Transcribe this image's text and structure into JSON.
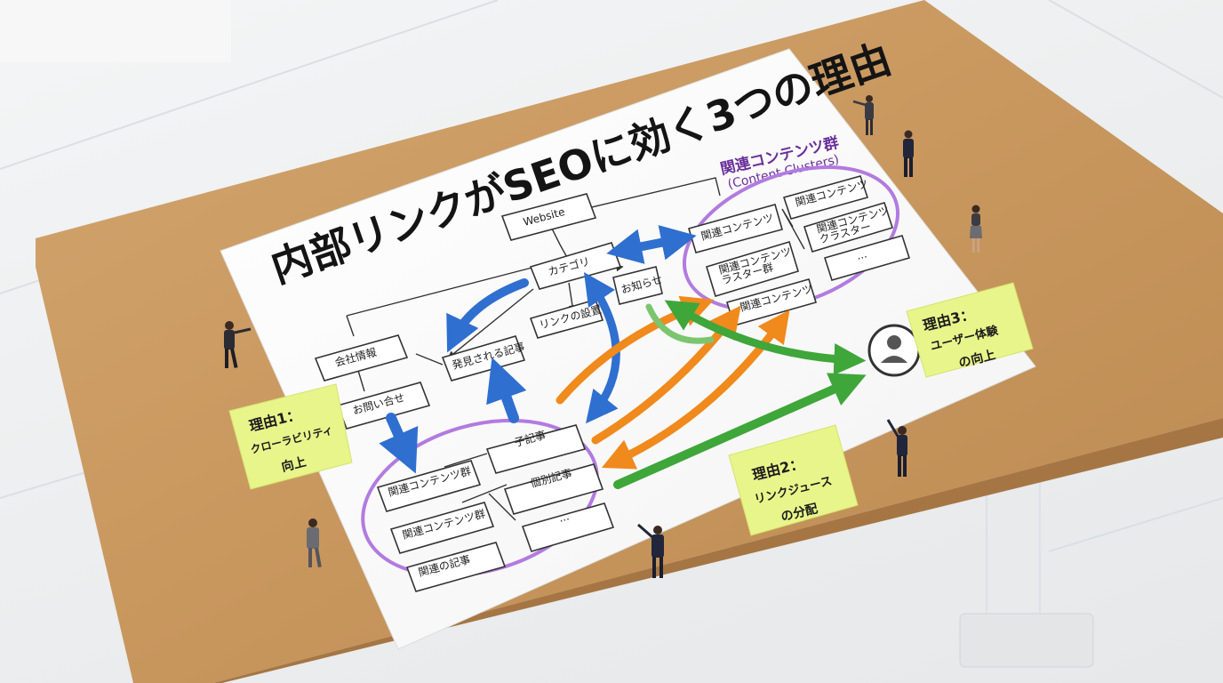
{
  "poster": {
    "title": "内部リンクがSEOに効く3つの理由",
    "cluster_label_ja": "関連コンテンツ群",
    "cluster_label_en": "(Content Clusters)"
  },
  "diagram": {
    "root": "Website",
    "hub": "カテゴリ",
    "link_label": "リンクの設置",
    "small_box": "お知らせ",
    "orange_box": "発見される記事",
    "left_top": "会社情報",
    "left_mid": "お問い合せ",
    "top_right_boxes": [
      "関連コンテンツ",
      "関連コンテンツ\nラスター群",
      "関連コンテンツ"
    ],
    "top_far_boxes": [
      "関連コンテンツ",
      "関連コンテンツ\nクラスター",
      "..."
    ],
    "bottom_left_boxes": [
      "関連コンテンツ群",
      "関連コンテンツ群",
      "関連の記事"
    ],
    "bottom_right_boxes": [
      "子記事",
      "個別記事",
      "..."
    ]
  },
  "notes": {
    "reason1": {
      "title": "理由1：",
      "line1": "クローラビリティ",
      "line2": "向上"
    },
    "reason2": {
      "title": "理由2：",
      "line1": "リンクジュース",
      "line2": "の分配"
    },
    "reason3": {
      "title": "理由3：",
      "line1": "ユーザー体験",
      "line2": "の向上"
    }
  },
  "icons": {
    "user": "user-icon"
  },
  "colors": {
    "blue": "#2f6fd0",
    "orange": "#f08a1c",
    "green": "#3fa63a",
    "purple": "#b27be0",
    "note": "#e8f58a",
    "desk": "#c99a63"
  }
}
